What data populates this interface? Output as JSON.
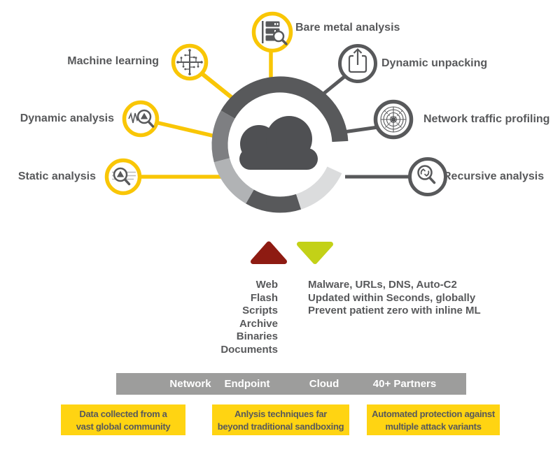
{
  "diagram": {
    "title_hint": "cloud-threat-analysis-diagram",
    "center_icon": "cloud-icon",
    "nodes": [
      {
        "id": "bare-metal",
        "label": "Bare metal analysis",
        "icon": "server-search-icon",
        "accent": "#F9C606"
      },
      {
        "id": "machine-learning",
        "label": "Machine learning",
        "icon": "circuit-magnifier-icon",
        "accent": "#F9C606"
      },
      {
        "id": "dynamic-analysis",
        "label": "Dynamic analysis",
        "icon": "waveform-magnifier-icon",
        "accent": "#F9C606"
      },
      {
        "id": "static-analysis",
        "label": "Static analysis",
        "icon": "document-magnifier-icon",
        "accent": "#F9C606"
      },
      {
        "id": "dynamic-unpacking",
        "label": "Dynamic unpacking",
        "icon": "upload-magnifier-icon",
        "accent": "#58595B"
      },
      {
        "id": "network-traffic-profiling",
        "label": "Network traffic profiling",
        "icon": "radar-target-icon",
        "accent": "#58595B"
      },
      {
        "id": "recursive-analysis",
        "label": "Recursive analysis",
        "icon": "refresh-magnifier-icon",
        "accent": "#58595B"
      }
    ]
  },
  "flows": {
    "input": {
      "direction": "up",
      "arrow_color": "#8E1B12",
      "items": [
        "Web",
        "Flash",
        "Scripts",
        "Archive",
        "Binaries",
        "Documents"
      ]
    },
    "output": {
      "direction": "down",
      "arrow_color": "#C3D117",
      "lines": [
        "Malware, URLs, DNS, Auto-C2",
        "Updated within Seconds, globally",
        "Prevent patient zero with inline ML"
      ]
    }
  },
  "sources_bar": {
    "background": "#9D9D9C",
    "items": [
      "Network",
      "Endpoint",
      "Cloud",
      "40+ Partners"
    ]
  },
  "callouts": [
    {
      "lines": [
        "Data collected from a",
        "vast global community"
      ]
    },
    {
      "lines": [
        "Anlysis techniques far",
        "beyond traditional sandboxing"
      ]
    },
    {
      "lines": [
        "Automated protection against",
        "multiple attack variants"
      ]
    }
  ],
  "colors": {
    "text_dark": "#58595B",
    "ring_dark": "#58595B",
    "ring_medium": "#7E7F82",
    "ring_silver": "#B1B3B5",
    "ring_light": "#DBDCDD",
    "cloud": "#4F5053",
    "yellow_accent": "#F9C606",
    "callout_yellow": "#FFD412",
    "bar_gray": "#9D9D9C",
    "arrow_red": "#8E1B12",
    "arrow_lime": "#C3D117"
  }
}
